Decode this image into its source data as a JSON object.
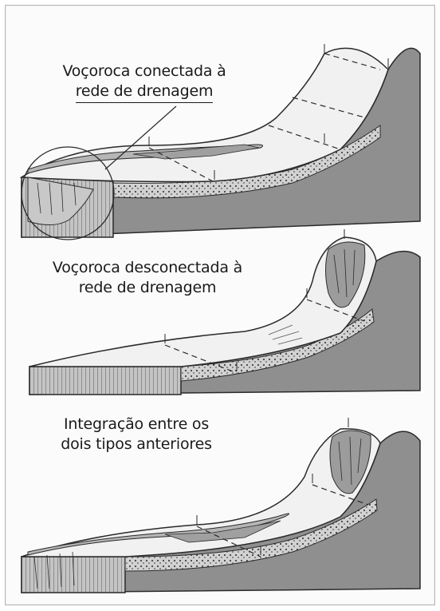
{
  "labels": {
    "connected": {
      "line1": "Voçoroca conectada à",
      "line2": "rede de drenagem"
    },
    "disconnected": {
      "line1": "Voçoroca desconectada à",
      "line2": "rede de drenagem"
    },
    "integration": {
      "line1": "Integração entre os",
      "line2": "dois tipos anteriores"
    }
  },
  "colors": {
    "slope_face": "#8f8f8f",
    "hatched_face": "#a9a9a9",
    "surface": "#f1f1f1",
    "gully": "#b5b5b5",
    "outline": "#2a2a2a"
  }
}
